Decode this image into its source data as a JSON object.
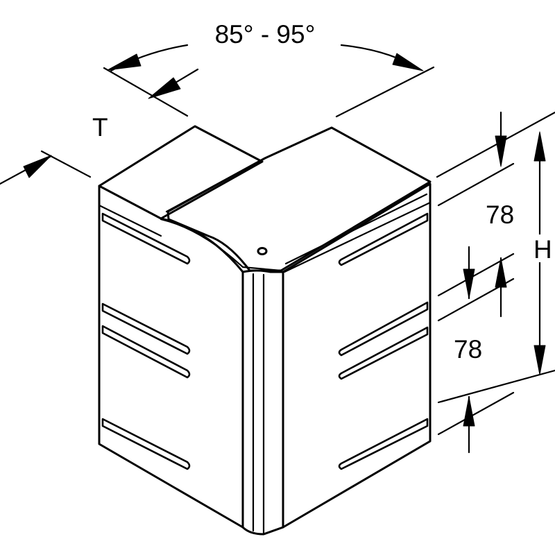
{
  "labels": {
    "angle": "85° - 95°",
    "thickness": "T",
    "height": "H",
    "upper_slot_spacing": "78",
    "lower_slot_spacing": "78"
  }
}
